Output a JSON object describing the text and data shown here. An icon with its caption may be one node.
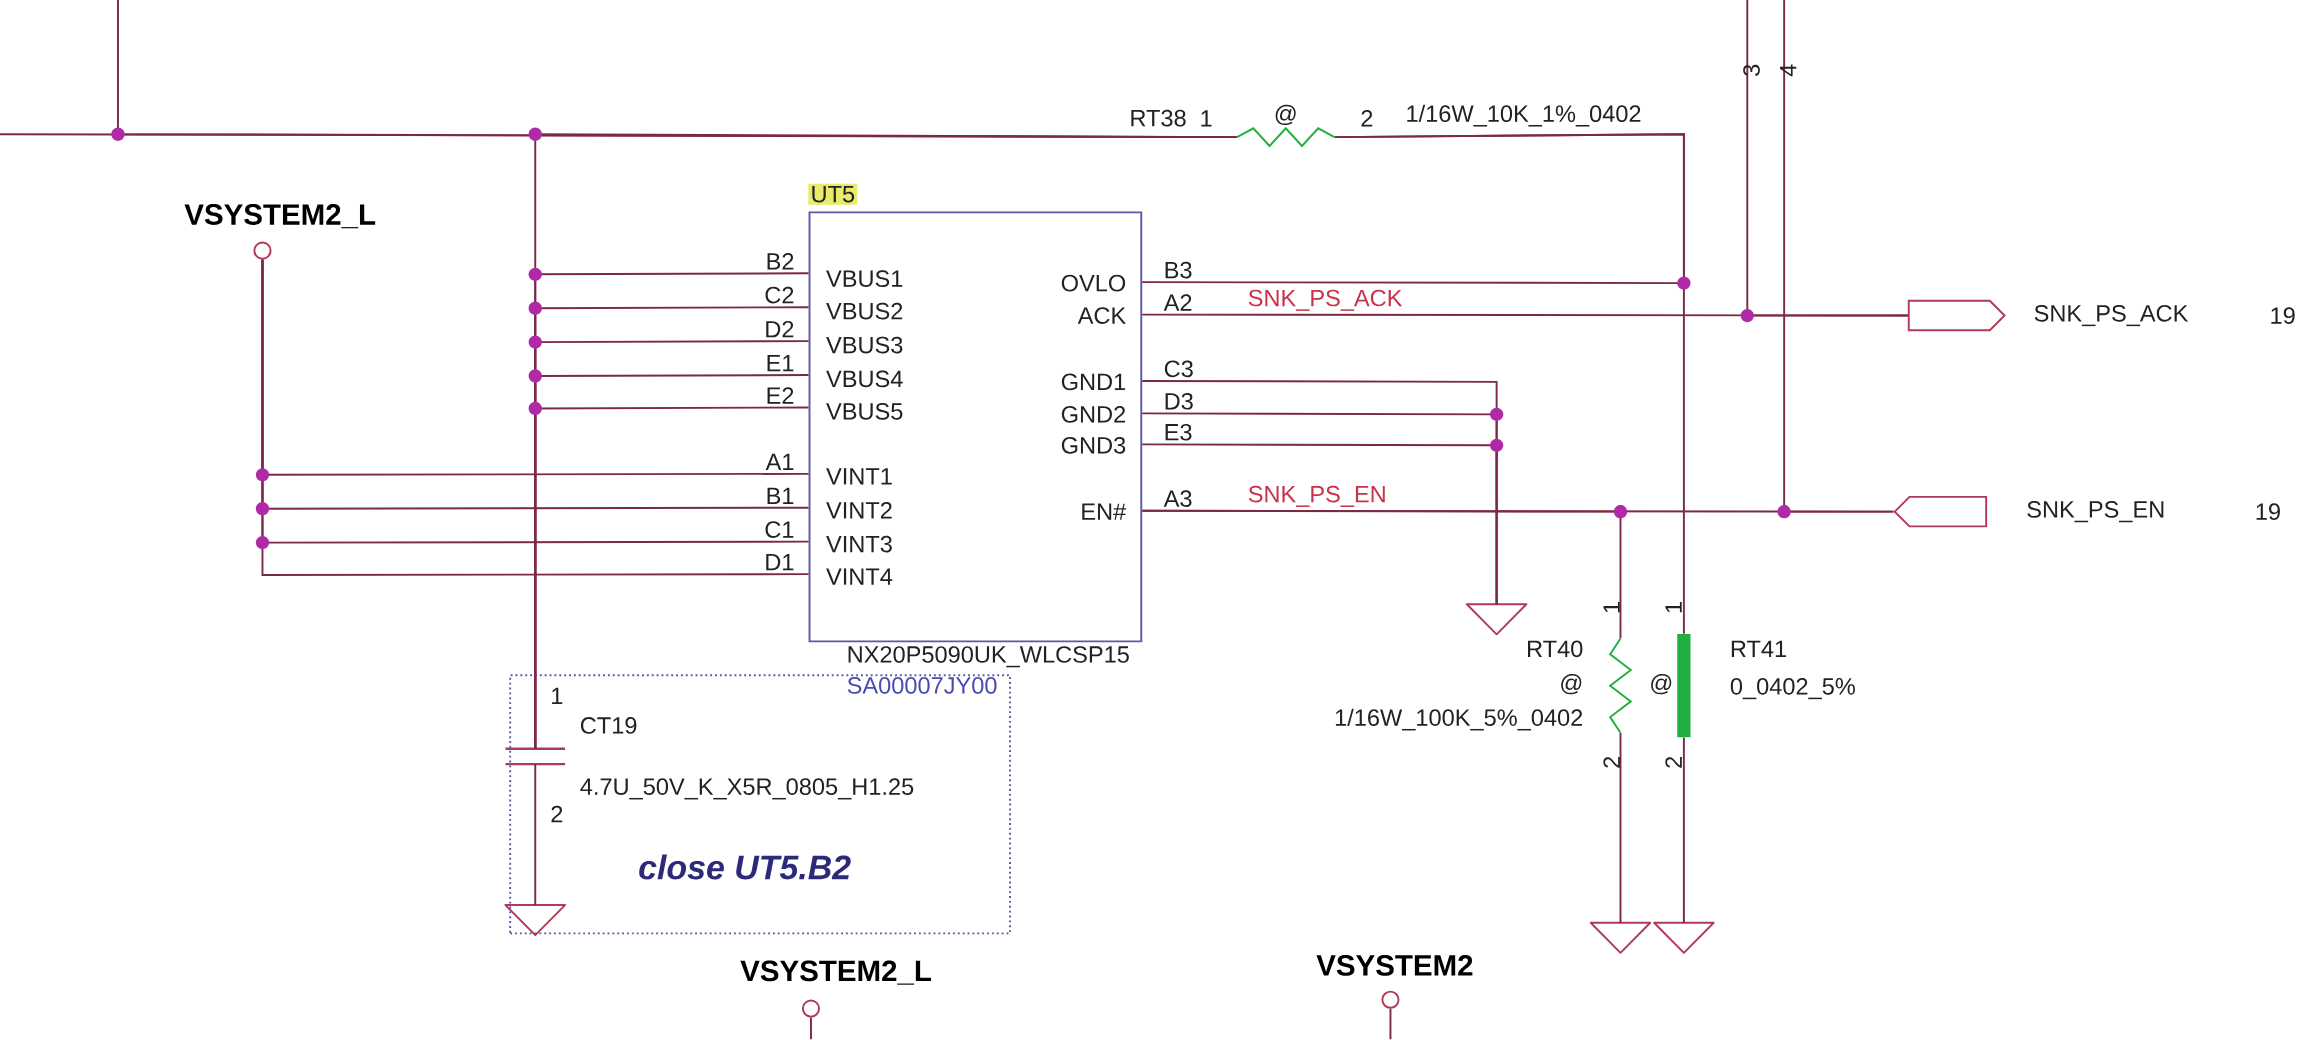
{
  "diagram": {
    "nodes": [
      {
        "text": [
          "UT5",
          "VBUS1",
          "VBUS2",
          "VBUS3",
          "VBUS4",
          "VBUS5",
          "VINT1",
          "VINT2",
          "VINT3",
          "VINT4",
          "OVLO",
          "ACK",
          "GND1",
          "GND2",
          "GND3",
          "EN#"
        ],
        "beside": [
          "NX20P5090UK_WLCSP15",
          "SA00007JY00"
        ]
      },
      {
        "text": [
          "VSYSTEM2_L"
        ]
      },
      {
        "text": [
          "RT38",
          "@",
          "1/16W_10K_1%_0402"
        ]
      },
      {
        "text": [
          "close UT5.B2"
        ]
      },
      {
        "text": [
          "CT19",
          "4.7U_50V_K_X5R_0805_H1.25"
        ],
        "in": 3
      },
      {
        "text": [],
        "shape": "triangle",
        "in": 3
      },
      {
        "text": [],
        "shape": "triangle"
      },
      {
        "text": [
          "RT40",
          "@",
          "1/16W_100K_5%_0402"
        ]
      },
      {
        "text": [
          "RT41"
        ],
        "beside": [
          "@",
          "0_0402_5%"
        ]
      },
      {
        "text": [],
        "shape": "triangle"
      },
      {
        "text": [],
        "shape": "triangle"
      },
      {
        "text": [
          "SNK_PS_ACK"
        ]
      },
      {
        "text": [
          "SNK_PS_EN"
        ]
      },
      {
        "text": [
          "VSYSTEM2_L"
        ]
      },
      {
        "text": [
          "VSYSTEM2"
        ]
      }
    ],
    "edges": [
      {
        "from": 0,
        "to": 4,
        "arrow": "none",
        "label": "B2"
      },
      {
        "from": 0,
        "to": 4,
        "arrow": "none",
        "label": "C2"
      },
      {
        "from": 0,
        "to": 4,
        "arrow": "none",
        "label": "D2"
      },
      {
        "from": 0,
        "to": 4,
        "arrow": "none",
        "label": "E1"
      },
      {
        "from": 0,
        "to": 4,
        "arrow": "none",
        "label": "E2"
      },
      {
        "from": 2,
        "to": 4,
        "arrow": "none"
      },
      {
        "from": null,
        "to": 2,
        "arrow": "none"
      },
      {
        "from": null,
        "to": 2,
        "arrow": "none"
      },
      {
        "from": 4,
        "to": 5,
        "arrow": "none"
      },
      {
        "from": 1,
        "to": 0,
        "arrow": "none",
        "label": "A1"
      },
      {
        "from": 1,
        "to": 0,
        "arrow": "none",
        "label": "B1"
      },
      {
        "from": 1,
        "to": 0,
        "arrow": "none",
        "label": "C1"
      },
      {
        "from": 1,
        "to": 0,
        "arrow": "none",
        "label": "D1"
      },
      {
        "from": 0,
        "to": 2,
        "arrow": "none",
        "label": "B3"
      },
      {
        "from": 2,
        "to": 8,
        "arrow": "none"
      },
      {
        "from": 0,
        "to": 11,
        "arrow": "none",
        "label": "A2"
      },
      {
        "from": null,
        "to": 11,
        "arrow": "none"
      },
      {
        "from": 0,
        "to": 6,
        "arrow": "none",
        "label": "C3"
      },
      {
        "from": 0,
        "to": 6,
        "arrow": "none",
        "label": "D3"
      },
      {
        "from": 0,
        "to": 6,
        "arrow": "none",
        "label": "E3"
      },
      {
        "from": 0,
        "to": 12,
        "arrow": "none",
        "label": "A3"
      },
      {
        "from": null,
        "to": 12,
        "arrow": "none"
      },
      {
        "from": 0,
        "to": 7,
        "arrow": "none"
      },
      {
        "from": 7,
        "to": 9,
        "arrow": "none"
      },
      {
        "from": 8,
        "to": 10,
        "arrow": "none"
      },
      {
        "from": 13,
        "to": null,
        "arrow": "none"
      },
      {
        "from": 14,
        "to": null,
        "arrow": "none"
      }
    ],
    "labels": [
      "3",
      "4",
      "1",
      "2",
      "SNK_PS_ACK",
      "SNK_PS_EN",
      "1",
      "1",
      "1",
      "2",
      "2",
      "2",
      "19",
      "19"
    ]
  }
}
